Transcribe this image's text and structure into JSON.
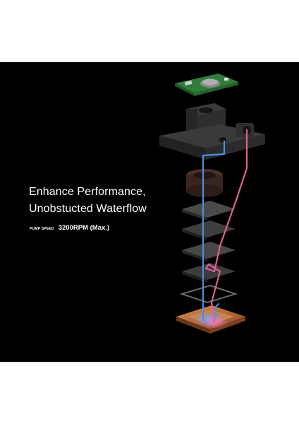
{
  "headline": {
    "line1": "Enhance Performance,",
    "line2": "Unobstucted Waterflow"
  },
  "spec": {
    "label": "PUMP SPEED",
    "value": "3200RPM (Max.)"
  },
  "colors": {
    "background": "#000000",
    "text": "#ffffff",
    "cold_flow": "#4a8fe0",
    "hot_flow": "#e0609c",
    "pcb": "#2f7d3a",
    "copper": "#b8683c"
  },
  "icons": {
    "illustration": "exploded-pump-diagram"
  }
}
